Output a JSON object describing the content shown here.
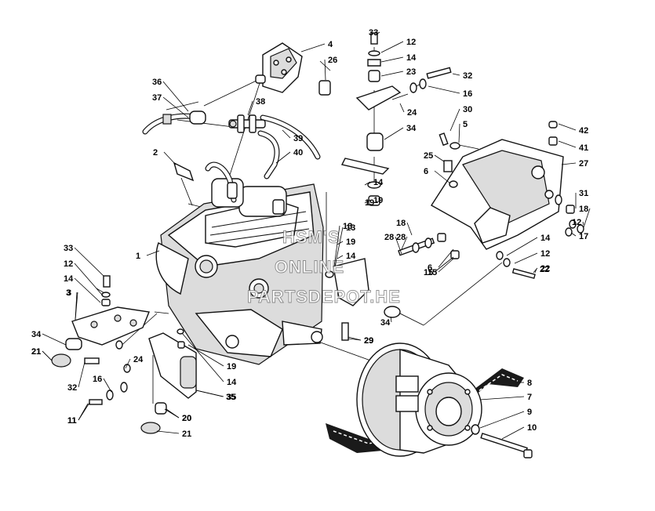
{
  "diagram": {
    "type": "exploded-parts-diagram",
    "callouts": [
      {
        "label": "33",
        "part": "bolt-top"
      },
      {
        "label": "12",
        "part": "washer-top"
      },
      {
        "label": "14",
        "part": "nut-top"
      },
      {
        "label": "23",
        "part": "spacer-top"
      },
      {
        "label": "32",
        "part": "bolt-upper-right"
      },
      {
        "label": "16",
        "part": "washer-upper-right"
      },
      {
        "label": "24",
        "part": "washer-bracket"
      },
      {
        "label": "4",
        "part": "engine-mount-bracket-top"
      },
      {
        "label": "26",
        "part": "rubber-clip"
      },
      {
        "label": "36",
        "part": "hose-left"
      },
      {
        "label": "37",
        "part": "hose-clamp"
      },
      {
        "label": "38",
        "part": "hose-connector"
      },
      {
        "label": "39",
        "part": "hose-right-upper"
      },
      {
        "label": "40",
        "part": "hose-right-lower"
      },
      {
        "label": "30",
        "part": "bolt-plate"
      },
      {
        "label": "5",
        "part": "washer-plate"
      },
      {
        "label": "34",
        "part": "rubber-mount-top"
      },
      {
        "label": "42",
        "part": "cap"
      },
      {
        "label": "41",
        "part": "nut-cap"
      },
      {
        "label": "25",
        "part": "bolt-plate-left"
      },
      {
        "label": "27",
        "part": "engine-plate"
      },
      {
        "label": "6",
        "part": "washer-plate-left"
      },
      {
        "label": "2",
        "part": "spring-clip"
      },
      {
        "label": "31",
        "part": "nut-plate"
      },
      {
        "label": "18",
        "part": "washer-lower-right"
      },
      {
        "label": "17",
        "part": "washer-right"
      },
      {
        "label": "19",
        "part": "nut-lower"
      },
      {
        "label": "13",
        "part": "stud"
      },
      {
        "label": "28",
        "part": "bolt-long"
      },
      {
        "label": "15",
        "part": "nut-small"
      },
      {
        "label": "22",
        "part": "bolt-short"
      },
      {
        "label": "1",
        "part": "engine"
      },
      {
        "label": "3",
        "part": "engine-mount-left"
      },
      {
        "label": "29",
        "part": "bolt-lower"
      },
      {
        "label": "21",
        "part": "rubber-foot"
      },
      {
        "label": "11",
        "part": "bolt-left"
      },
      {
        "label": "20",
        "part": "rubber-mount-lower"
      },
      {
        "label": "35",
        "part": "support-bracket"
      },
      {
        "label": "8",
        "part": "drive-belt"
      },
      {
        "label": "7",
        "part": "drive-clutch"
      },
      {
        "label": "9",
        "part": "washer-clutch"
      },
      {
        "label": "10",
        "part": "clutch-bolt"
      }
    ],
    "watermark": [
      "HSM'S",
      "ONLINE",
      "PARTSDEPOT.HE"
    ]
  }
}
